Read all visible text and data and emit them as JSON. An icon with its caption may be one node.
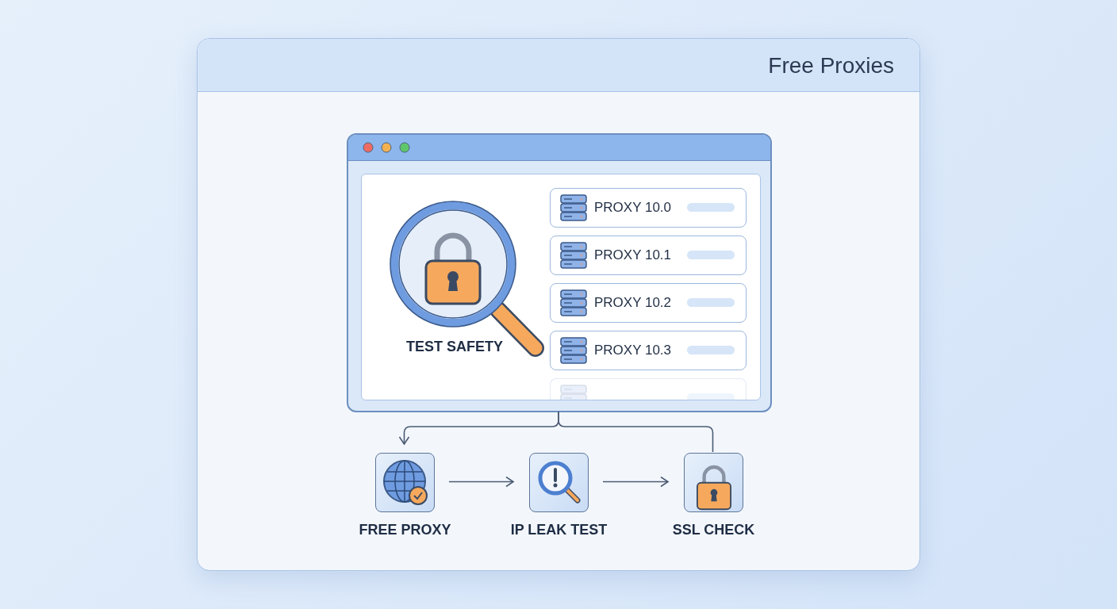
{
  "diagram": {
    "nodes": [
      {
        "text": [
          "Free Proxies"
        ]
      },
      {
        "text": [],
        "shape": "box",
        "in": 0
      },
      {
        "text": [
          "TEST SAFETY"
        ],
        "in": 1
      },
      {
        "text": [
          "PROXY 10.0"
        ],
        "in": 1
      },
      {
        "text": [
          "PROXY 10.1"
        ],
        "in": 1
      },
      {
        "text": [
          "PROXY 10.2"
        ],
        "in": 1
      },
      {
        "text": [
          "PROXY 10.3"
        ],
        "in": 1
      },
      {
        "text": [],
        "shape": "box",
        "in": 1
      },
      {
        "text": [
          "FREE PROXY"
        ],
        "in": 0
      },
      {
        "text": [
          "IP LEAK TEST"
        ],
        "in": 0
      },
      {
        "text": [
          "SSL CHECK"
        ],
        "in": 0
      }
    ],
    "edges": [
      {
        "from": 1,
        "to": 8,
        "arrow": "to"
      },
      {
        "from": 1,
        "to": 10,
        "arrow": "none"
      },
      {
        "from": 8,
        "to": 9,
        "arrow": "to"
      },
      {
        "from": 9,
        "to": 10,
        "arrow": "to"
      }
    ]
  }
}
